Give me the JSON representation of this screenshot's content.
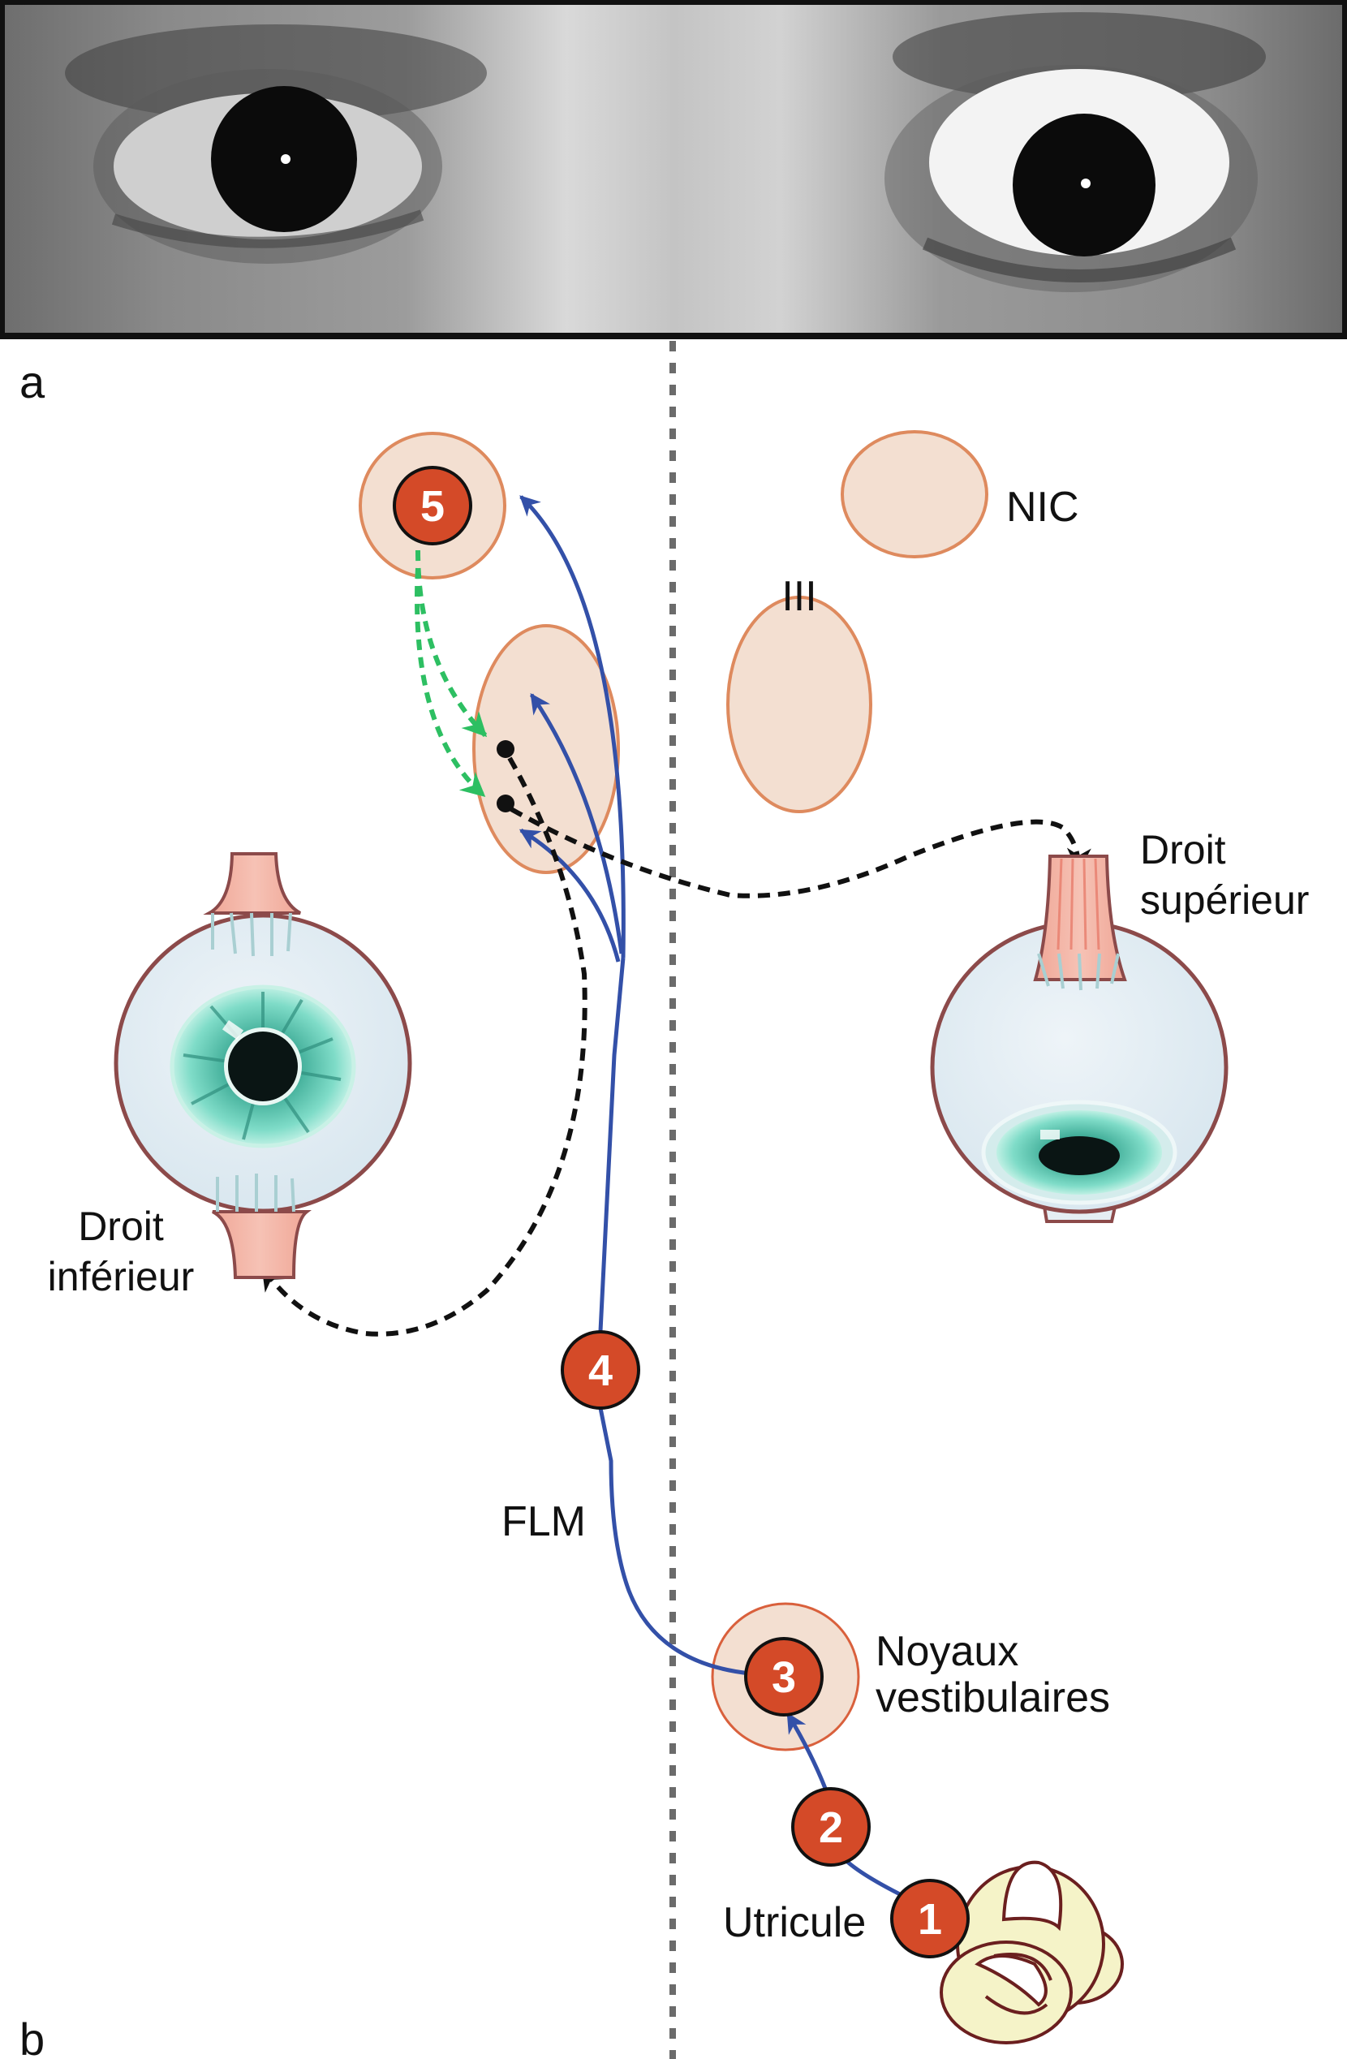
{
  "panels": {
    "a_label": "a",
    "b_label": "b"
  },
  "photo": {
    "description": "Patient eyes photograph (grayscale) — skew deviation, right eye elevated"
  },
  "structures": {
    "nic": "NIC",
    "oculomotor": "III",
    "flm": "FLM",
    "vestibular_nuclei_line1": "Noyaux",
    "vestibular_nuclei_line2": "vestibulaires",
    "utricle": "Utricule",
    "inferior_rectus_line1": "Droit",
    "inferior_rectus_line2": "inférieur",
    "superior_rectus_line1": "Droit",
    "superior_rectus_line2": "supérieur"
  },
  "steps": [
    {
      "number": "1",
      "structure": "Utricule"
    },
    {
      "number": "2",
      "structure": "nerve"
    },
    {
      "number": "3",
      "structure": "Noyaux vestibulaires"
    },
    {
      "number": "4",
      "structure": "FLM"
    },
    {
      "number": "5",
      "structure": "NIC"
    }
  ],
  "colors": {
    "nucleus_fill": "#f3dfd1",
    "nucleus_stroke": "#de8a5e",
    "step_fill": "#d44a28",
    "pathway_blue": "#3350a8",
    "inhibitory_green": "#2dbf62",
    "efferent_black": "#111111",
    "midline_gray": "#6b6b6b",
    "muscle_pink": "#f3b3a5",
    "sclera": "#e1ecf2",
    "iris": "#6fd3bf",
    "globe_outline": "#8c4a4a"
  }
}
